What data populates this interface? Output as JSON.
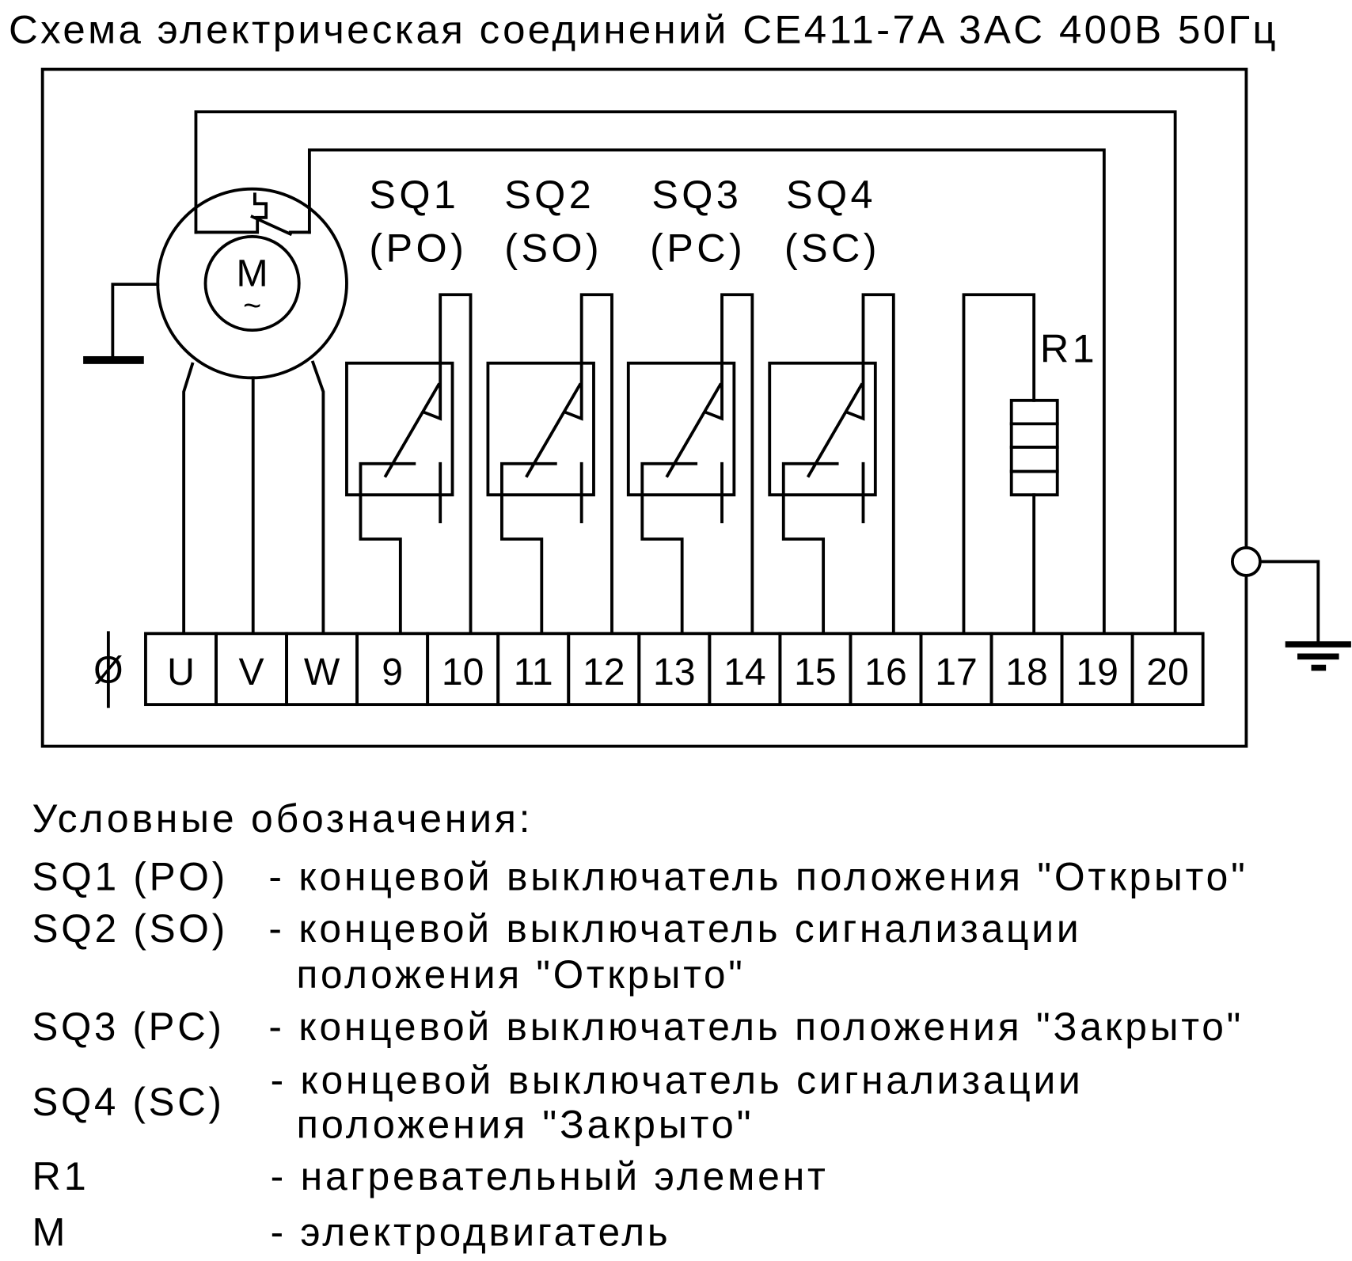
{
  "title": "Схема электрическая соединений CE411-7A  3AC 400B 50Гц",
  "switches": [
    {
      "name": "SQ1",
      "code": "(PO)"
    },
    {
      "name": "SQ2",
      "code": "(SO)"
    },
    {
      "name": "SQ3",
      "code": "(PC)"
    },
    {
      "name": "SQ4",
      "code": "(SC)"
    }
  ],
  "resistor_label": "R1",
  "motor": {
    "letter": "M",
    "symbol": "~"
  },
  "ground_terminal_symbol": "Ø",
  "terminals": [
    "U",
    "V",
    "W",
    "9",
    "10",
    "11",
    "12",
    "13",
    "14",
    "15",
    "16",
    "17",
    "18",
    "19",
    "20"
  ],
  "legend": {
    "heading": "Условные обозначения:",
    "items": [
      {
        "key": "SQ1 (PO)",
        "lines": [
          "- концевой выключатель положения \"Открыто\""
        ]
      },
      {
        "key": "SQ2 (SO)",
        "lines": [
          "- концевой выключатель сигнализации",
          "положения \"Открыто\""
        ]
      },
      {
        "key": "SQ3 (PC)",
        "lines": [
          "- концевой выключатель положения \"Закрыто\""
        ]
      },
      {
        "key": "SQ4 (SC)",
        "lines": [
          "- концевой выключатель сигнализации",
          "положения  \"Закрыто\""
        ]
      },
      {
        "key": "R1",
        "lines": [
          "- нагревательный элемент"
        ]
      },
      {
        "key": "M",
        "lines": [
          "- электродвигатель"
        ]
      }
    ]
  }
}
